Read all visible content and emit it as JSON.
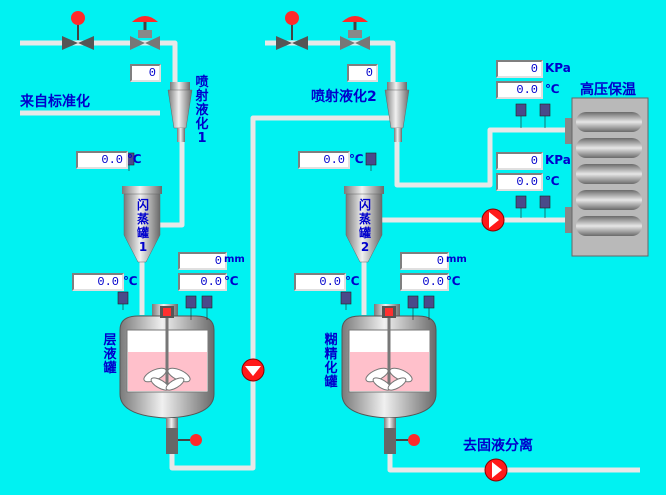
{
  "labels": {
    "from_standardization": "来自标准化",
    "spray_liquefy_1": "喷射液化1",
    "spray_liquefy_2": "喷射液化2",
    "flash_tank_1": "闪蒸罐1",
    "flash_tank_2": "闪蒸罐2",
    "layer_liquid_tank": "层液罐",
    "saccharification_tank": "糊精化罐",
    "high_pressure_insulation": "高压保温",
    "to_solid_liquid_separation": "去固液分离"
  },
  "readings": {
    "valve1_opening": "0",
    "valve2_opening": "0",
    "temp_spray1": "0.0",
    "temp_flash1": "0.0",
    "level_tank1": "0",
    "temp_tank1": "0.0",
    "temp_spray2": "0.0",
    "temp_flash2": "0.0",
    "level_tank2": "0",
    "temp_tank2": "0.0",
    "pressure_hp_upper": "0",
    "temp_hp_upper": "0.0",
    "pressure_hp_lower": "0",
    "temp_hp_lower": "0.0"
  },
  "units": {
    "celsius": "℃",
    "kpa": "KPa",
    "mm": "mm"
  },
  "colors": {
    "background": "#00f2f2",
    "pipe": "#e8e8e8",
    "text": "#0000cc",
    "pump": "#ff0000",
    "tank_liquid": "#ffc0cb",
    "vessel": "#a8a8a8"
  }
}
